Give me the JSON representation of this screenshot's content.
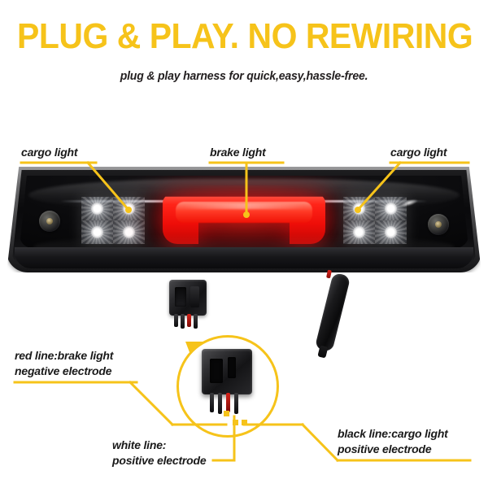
{
  "headline": {
    "text": "PLUG & PLAY. NO REWIRING",
    "color": "#F6C31A"
  },
  "subtitle": {
    "text": "plug & play harness for quick,easy,hassle-free."
  },
  "callouts": {
    "cargo_left": {
      "text": "cargo light"
    },
    "brake": {
      "text": "brake light"
    },
    "cargo_right": {
      "text": "cargo light"
    },
    "red_line": {
      "line1": "red line:brake light",
      "line2": "negative electrode"
    },
    "white_line": {
      "line1": "white line:",
      "line2": "positive electrode"
    },
    "black_line": {
      "line1": "black line:cargo light",
      "line2": "positive electrode"
    }
  },
  "product": {
    "name": "third-brake-cargo-light",
    "brake_color": "#FF1A10",
    "led_color": "#FFFFFF",
    "housing_color": "#0A0A0C",
    "accent_color": "#F6C31A"
  },
  "icons": {
    "magnifier": "magnifier-circle-icon",
    "pointer_cone": "pointer-cone-icon",
    "screw_left": "screw-icon",
    "screw_right": "screw-icon"
  }
}
